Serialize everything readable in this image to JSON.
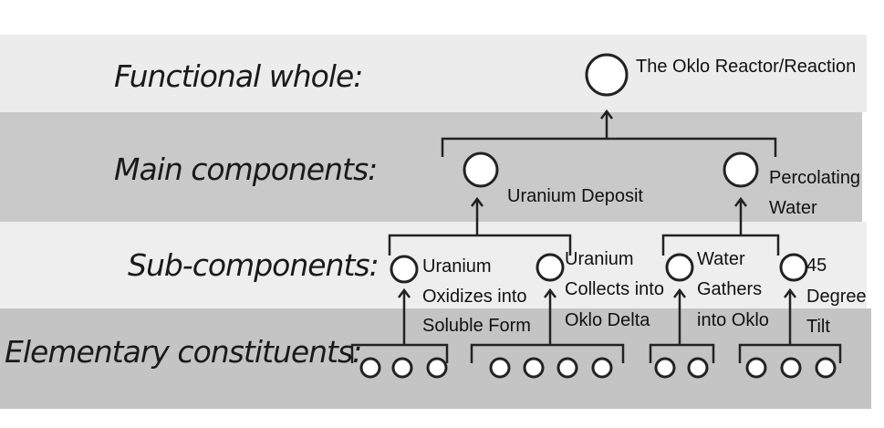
{
  "levels": {
    "functional_whole": "Functional whole:",
    "main_components": "Main components:",
    "sub_components": "Sub-components:",
    "elementary_constituents": "Elementary constituents:"
  },
  "whole": "The Oklo Reactor/Reaction",
  "main": [
    {
      "lines": [
        "Uranium Deposit"
      ]
    },
    {
      "lines": [
        "Percolating",
        "Water"
      ]
    }
  ],
  "sub": [
    {
      "lines": [
        "Uranium",
        "Oxidizes into",
        "Soluble Form"
      ],
      "constituents": 3
    },
    {
      "lines": [
        "Uranium",
        "Collects into",
        "Oklo Delta"
      ],
      "constituents": 4
    },
    {
      "lines": [
        "Water",
        "Gathers",
        "into Oklo"
      ],
      "constituents": 2
    },
    {
      "lines": [
        "45",
        "Degree",
        "Tilt"
      ],
      "constituents": 3
    }
  ]
}
